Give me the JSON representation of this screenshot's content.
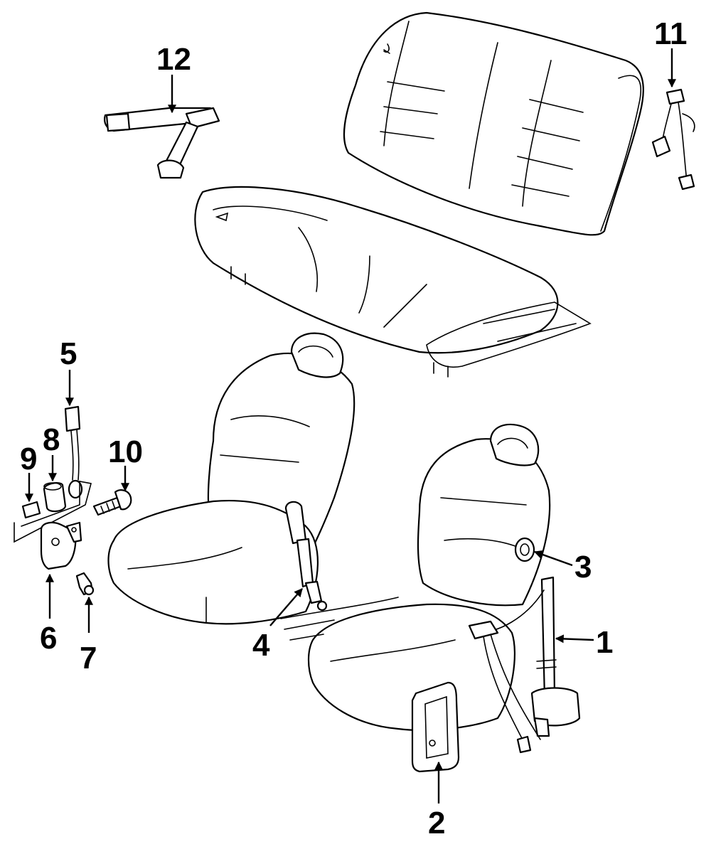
{
  "callouts": [
    "1",
    "2",
    "3",
    "4",
    "5",
    "6",
    "7",
    "8",
    "9",
    "10",
    "11",
    "12"
  ],
  "colors": {
    "line": "#000000",
    "background": "#ffffff"
  }
}
